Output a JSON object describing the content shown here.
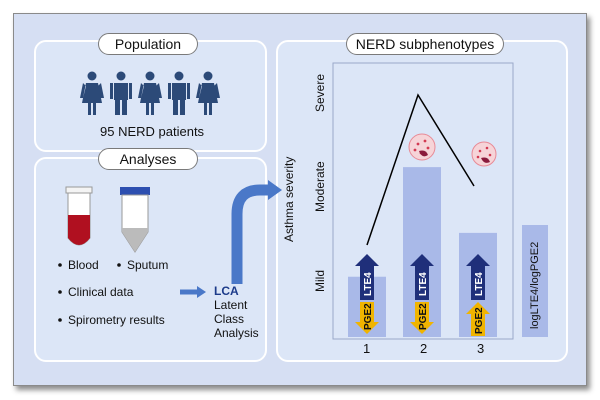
{
  "population": {
    "title": "Population",
    "caption": "95 NERD patients",
    "person_count": 5
  },
  "analyses": {
    "title": "Analyses",
    "items": [
      "Blood",
      "Sputum",
      "Clinical data",
      "Spirometry results"
    ],
    "lca": {
      "abbrev": "LCA",
      "line1": "Latent",
      "line2": "Class",
      "line3": "Analysis"
    }
  },
  "subphenotypes": {
    "title": "NERD subphenotypes",
    "y_axis_label": "Asthma severity",
    "severity_levels": [
      "Mild",
      "Moderate",
      "Severe"
    ],
    "clusters": [
      {
        "label": "1",
        "severity": 0.22
      },
      {
        "label": "2",
        "severity": 0.62
      },
      {
        "label": "3",
        "severity": 0.38
      }
    ],
    "lte_label": "LTE",
    "lte_sub": "4",
    "pge_label": "PGE",
    "pge_sub": "2",
    "ratio_label": "logLTE4/logPGE2"
  },
  "colors": {
    "background": "#d6dff3",
    "panel": "#dce6f7",
    "bar": "#a9b9e8",
    "lte_arrow": "#1f2f7a",
    "pge_arrow": "#f0b400",
    "flow_arrow": "#4a78c8",
    "person": "#2c4a78",
    "blood": "#b01020",
    "cap": "#2d4fb0"
  },
  "icons": [
    "person-icon",
    "blood-tube-icon",
    "sputum-tube-icon",
    "eosinophil-icon",
    "flow-arrow-icon"
  ]
}
